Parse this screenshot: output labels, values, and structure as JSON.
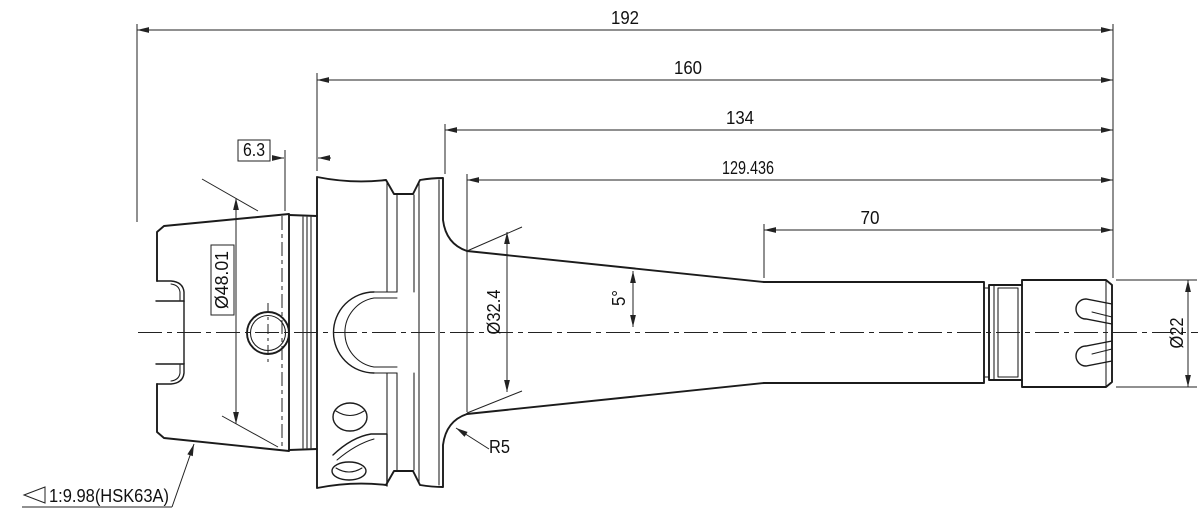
{
  "drawing": {
    "background": "#ffffff",
    "line_color": "#1b1b1b",
    "labels": {
      "len_overall": "192",
      "len_160": "160",
      "len_134": "134",
      "len_129_436": "129.436",
      "len_70": "70",
      "len_6_3": "6.3",
      "dia_48_01": "Ø48.01",
      "dia_32_4": "Ø32.4",
      "angle_5": "5°",
      "radius_5": "R5",
      "dia_22": "Ø22",
      "taper_note": "1:9.98(HSK63A)"
    }
  }
}
